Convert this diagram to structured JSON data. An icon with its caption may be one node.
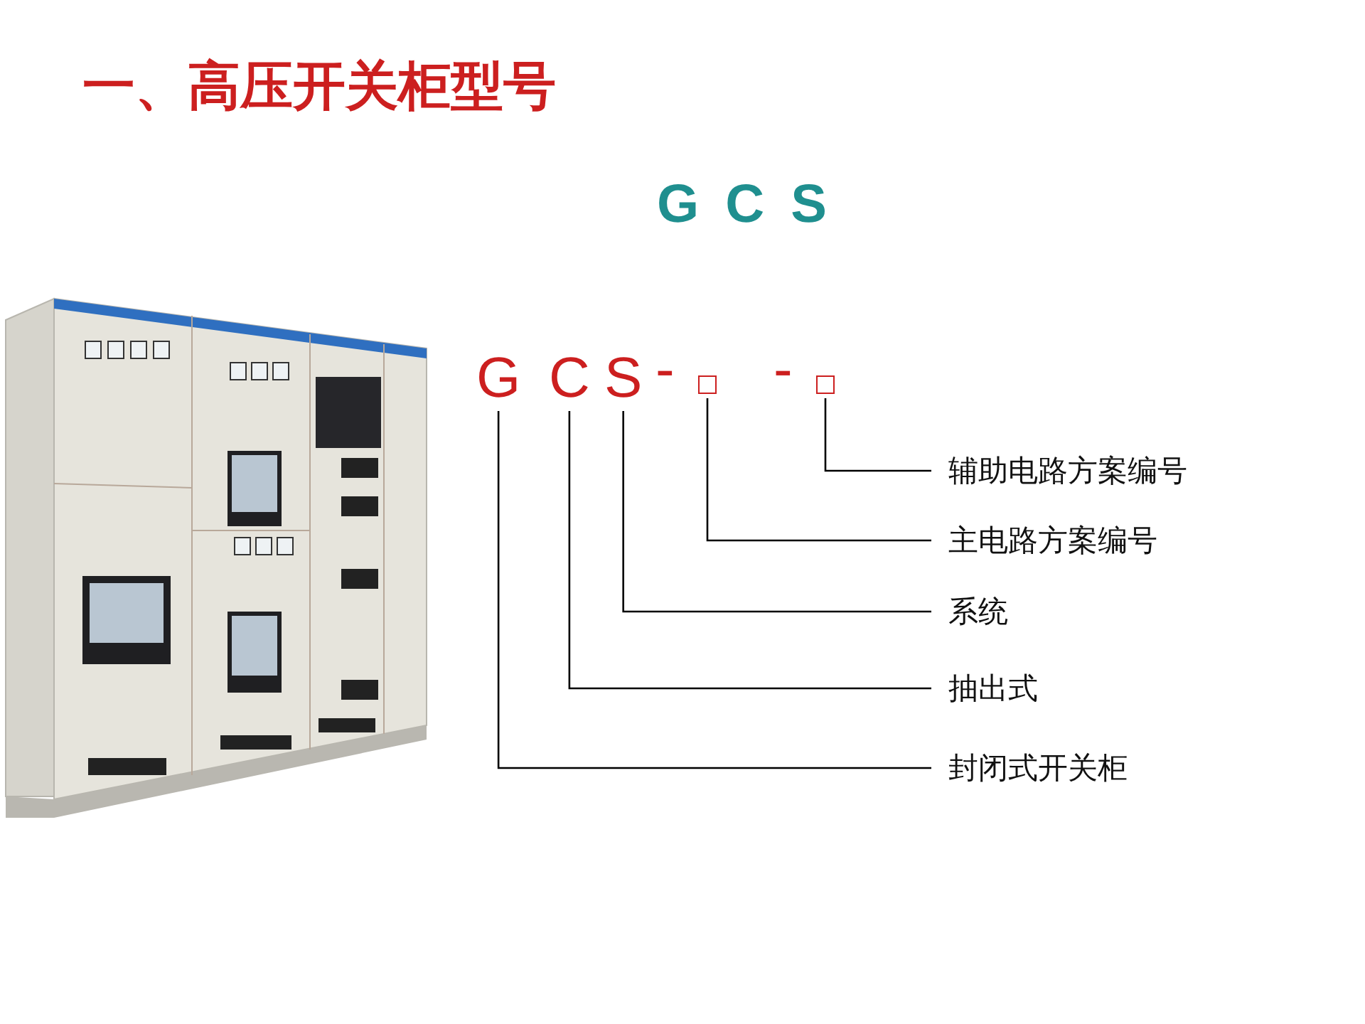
{
  "diagram": {
    "title": "一、高压开关柜型号",
    "nodes": [
      {
        "text": [
          "G"
        ]
      },
      {
        "text": [
          "C"
        ]
      },
      {
        "text": [
          "S"
        ]
      },
      {
        "text": [],
        "shape": "box"
      },
      {
        "text": [],
        "shape": "box"
      },
      {
        "text": [
          "辅助电路方案编号"
        ]
      },
      {
        "text": [
          "主电路方案编号"
        ]
      },
      {
        "text": [
          "系统"
        ]
      },
      {
        "text": [
          "抽出式"
        ]
      },
      {
        "text": [
          "封闭式开关柜"
        ]
      }
    ],
    "edges": [
      {
        "from": 4,
        "to": 5,
        "arrow": "none"
      },
      {
        "from": 3,
        "to": 6,
        "arrow": "none"
      },
      {
        "from": 2,
        "to": 7,
        "arrow": "none"
      },
      {
        "from": 1,
        "to": 8,
        "arrow": "none"
      },
      {
        "from": 0,
        "to": 9,
        "arrow": "none"
      }
    ],
    "labels": [
      "G C S",
      "-",
      "-"
    ]
  }
}
